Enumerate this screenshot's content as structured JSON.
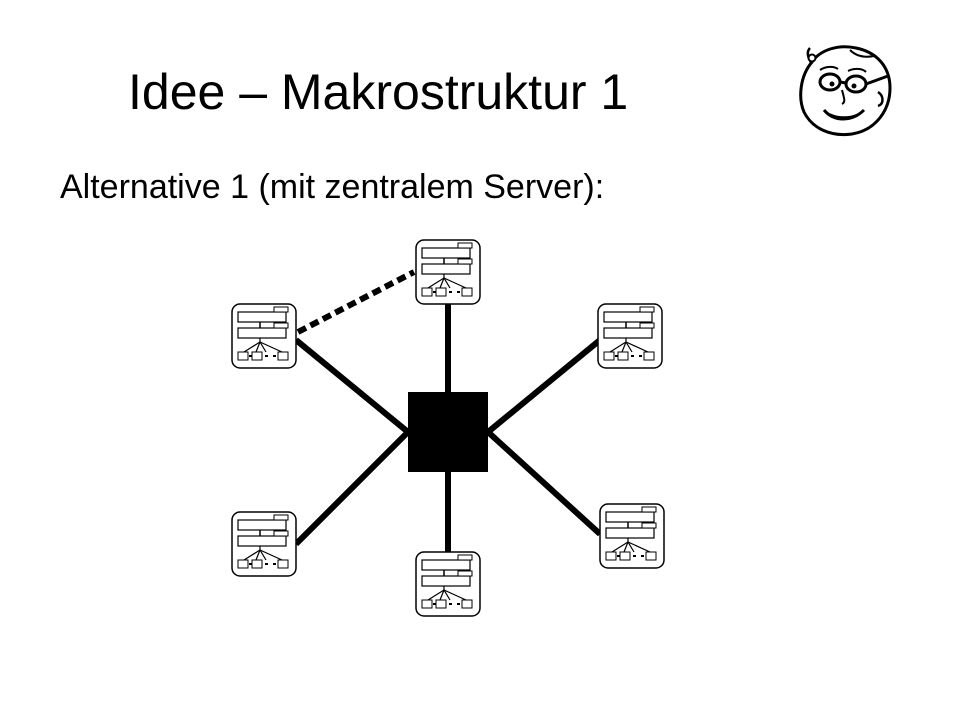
{
  "slide": {
    "title": "Idee – Makrostruktur 1",
    "subtitle": "Alternative 1 (mit zentralem Server):"
  },
  "icons": {
    "mascot": "cartoon-face-with-glasses-icon",
    "client": "hierarchy-tree-icon",
    "server": "server-square"
  },
  "diagram": {
    "topology": "star",
    "server": {
      "fill": "#000000"
    },
    "clients": [
      {
        "id": "top",
        "link": "solid"
      },
      {
        "id": "upper-left",
        "link": "solid"
      },
      {
        "id": "upper-right",
        "link": "solid"
      },
      {
        "id": "lower-left",
        "link": "solid"
      },
      {
        "id": "bottom",
        "link": "solid"
      },
      {
        "id": "lower-right",
        "link": "solid"
      }
    ],
    "peer_links": [
      {
        "from": "upper-left",
        "to": "top",
        "style": "dashed"
      }
    ]
  }
}
